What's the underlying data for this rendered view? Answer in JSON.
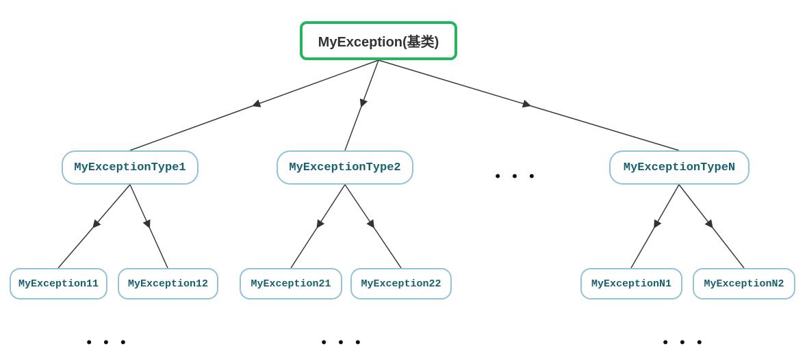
{
  "diagram": {
    "type": "tree",
    "root": {
      "label": "MyException(基类)"
    },
    "branches": [
      {
        "type": {
          "label": "MyExceptionType1"
        },
        "children": [
          {
            "label": "MyException11"
          },
          {
            "label": "MyException12"
          }
        ]
      },
      {
        "type": {
          "label": "MyExceptionType2"
        },
        "children": [
          {
            "label": "MyException21"
          },
          {
            "label": "MyException22"
          }
        ]
      },
      {
        "type": {
          "label": "MyExceptionTypeN"
        },
        "children": [
          {
            "label": "MyExceptionN1"
          },
          {
            "label": "MyExceptionN2"
          }
        ]
      }
    ],
    "continuation": {
      "between_types": "•••",
      "below_group_1": "•••",
      "below_group_2": "•••",
      "below_group_n": "•••"
    },
    "colors": {
      "root_border": "#24b45e",
      "node_border": "#93c1d8",
      "node_text": "#17616f",
      "root_text": "#333333",
      "edge": "#3a3a3a"
    }
  }
}
